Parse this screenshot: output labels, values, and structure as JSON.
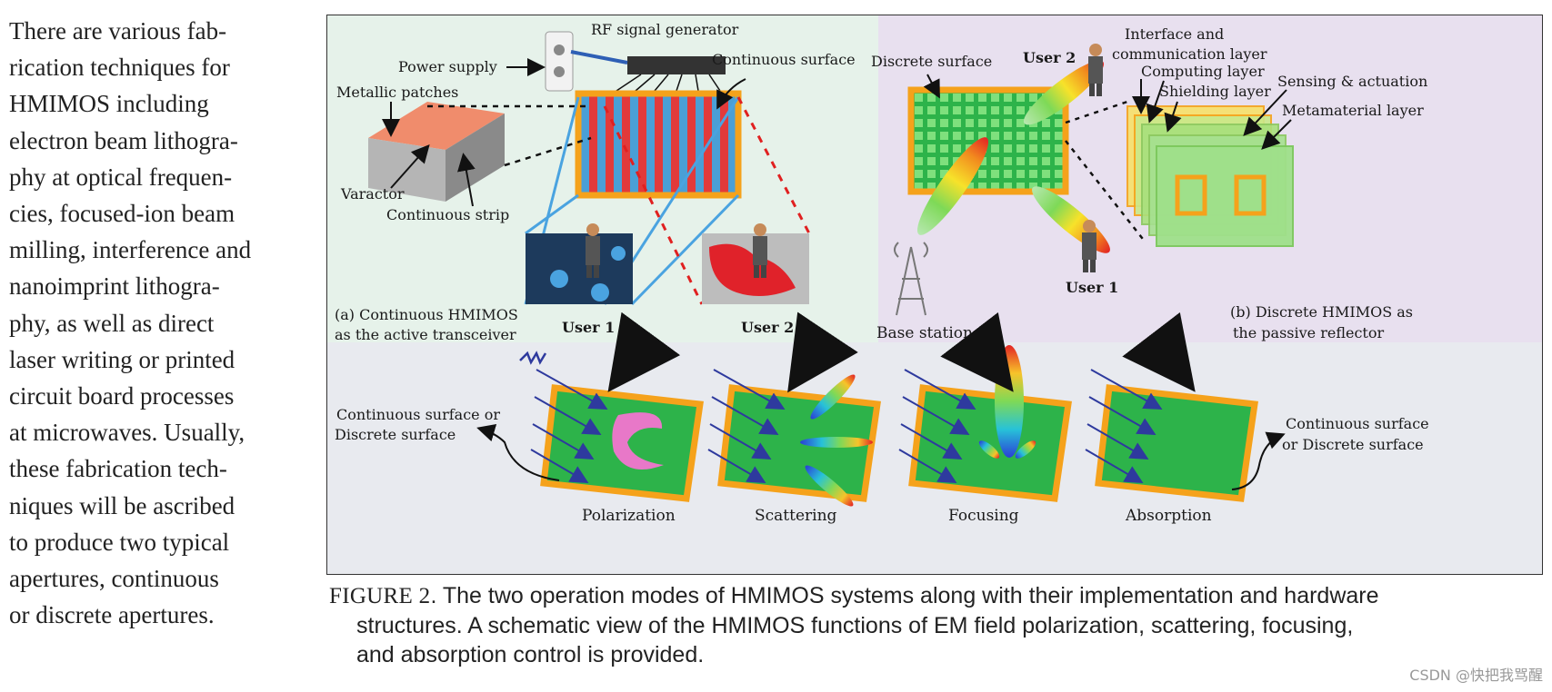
{
  "body_text": {
    "lines": [
      "There are various fab-",
      "rication techniques for",
      "HMIMOS including",
      "electron beam lithogra-",
      "phy at optical frequen-",
      "cies, focused-ion beam",
      "milling, interference and",
      "nanoimprint lithogra-",
      "phy, as well as direct",
      "laser writing or printed",
      "circuit board processes",
      "at microwaves. Usually,",
      "these fabrication tech-",
      "niques will be ascribed",
      "to produce two typical",
      "apertures, continuous",
      "or discrete apertures."
    ]
  },
  "figure": {
    "panel_a": {
      "rf_generator": "RF signal generator",
      "power_supply": "Power supply",
      "continuous_surface": "Continuous surface",
      "metallic_patches": "Metallic patches",
      "varactor": "Varactor",
      "continuous_strip": "Continuous strip",
      "caption_line1": "(a) Continuous HMIMOS",
      "caption_line2": "as the active transceiver",
      "user1": "User 1",
      "user2": "User 2"
    },
    "panel_b": {
      "discrete_surface": "Discrete surface",
      "user2": "User 2",
      "user1": "User 1",
      "base_station": "Base station",
      "interface_line1": "Interface and",
      "interface_line2": "communication layer",
      "computing_layer": "Computing layer",
      "shielding_layer": "Shielding layer",
      "sensing_actuation": "Sensing & actuation",
      "metamaterial_layer": "Metamaterial layer",
      "caption_line1": "(b) Discrete HMIMOS as",
      "caption_line2": "the passive reflector"
    },
    "panel_c": {
      "left_note_line1": "Continuous surface or",
      "left_note_line2": "Discrete surface",
      "right_note_line1": "Continuous surface",
      "right_note_line2": "or Discrete surface",
      "functions": [
        "Polarization",
        "Scattering",
        "Focusing",
        "Absorption"
      ]
    },
    "colors": {
      "panel_a_bg": "#e6f2ea",
      "panel_b_bg": "#e8e0ef",
      "panel_c_bg": "#e8eaef",
      "surface_green": "#2db34a",
      "frame_orange": "#f5a21b",
      "wave_blue": "#2e3a9e"
    }
  },
  "caption": {
    "label": "FIGURE 2",
    "line1_rest": ". The two operation modes of HMIMOS systems along with their implementation and hardware",
    "line2": "structures. A schematic view of the HMIMOS functions of EM field polarization, scattering, focusing,",
    "line3": "and absorption control is provided."
  },
  "watermark": "CSDN @快把我骂醒"
}
